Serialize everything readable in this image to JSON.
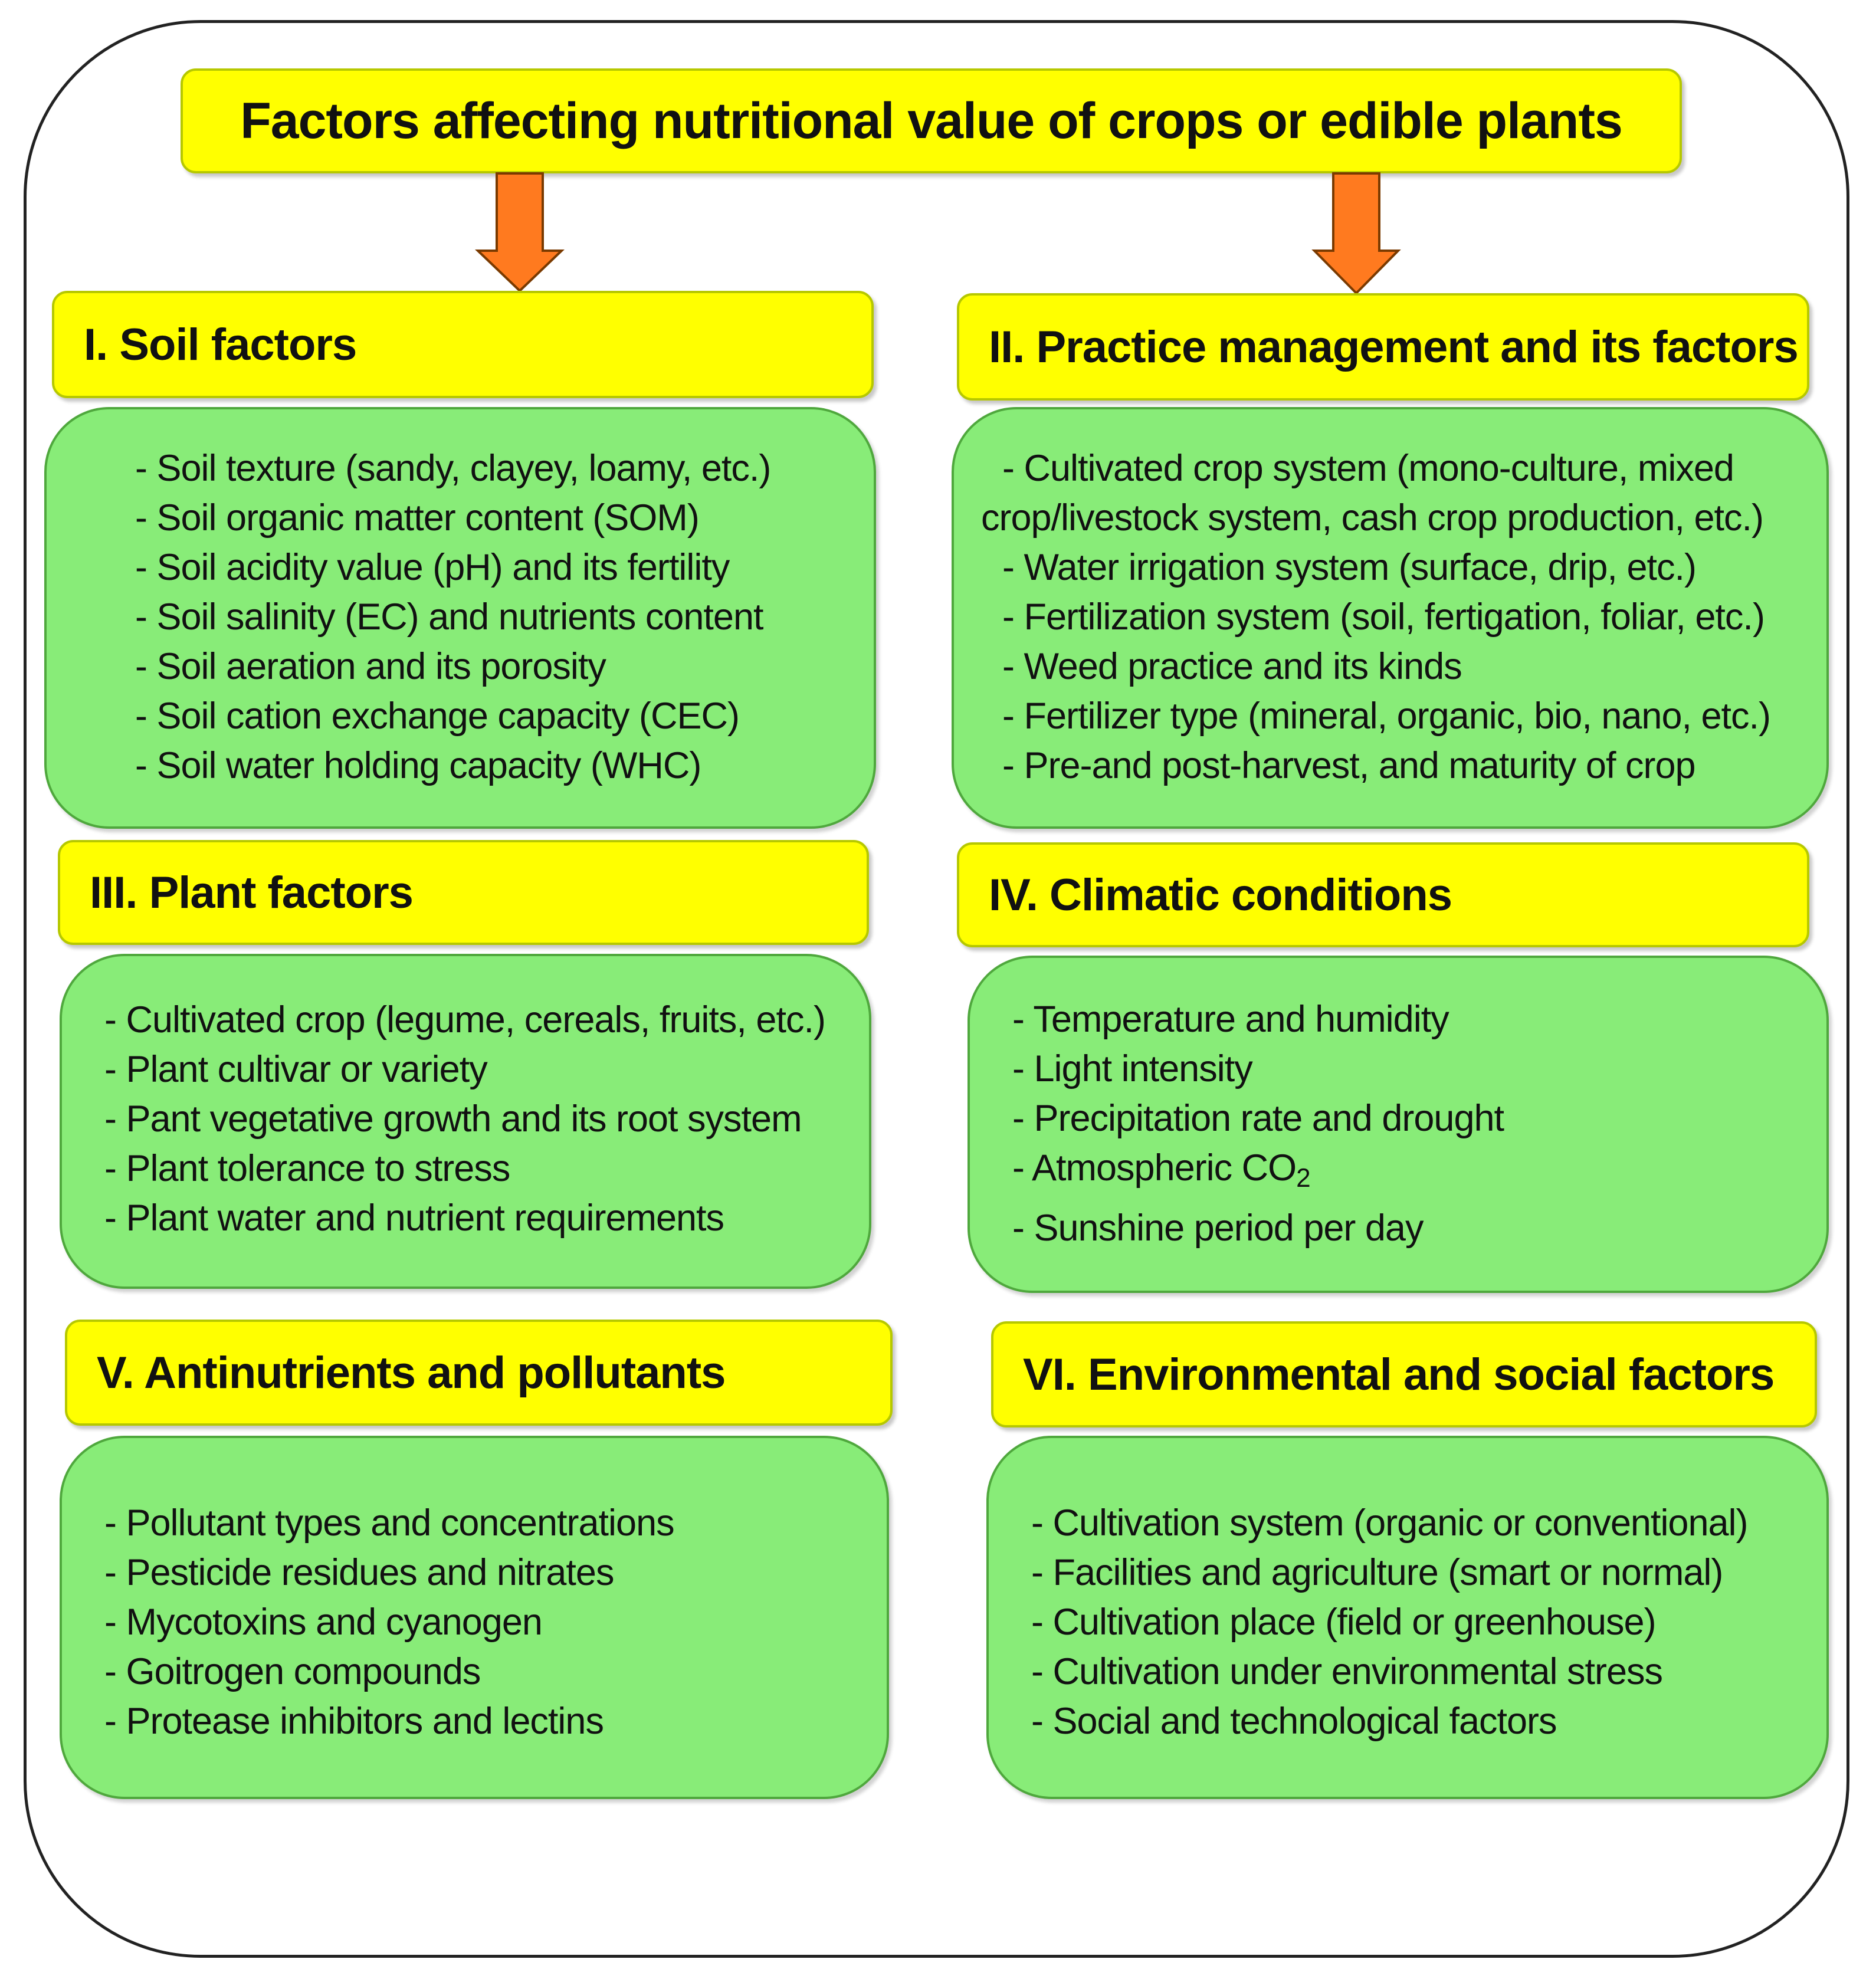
{
  "title": "Factors affecting nutritional value of crops or edible plants",
  "colors": {
    "header_fill": "#ffff00",
    "item_box_fill": "#88ec78",
    "arrow_fill": "#ff7a1f"
  },
  "categories": [
    {
      "heading": "I. Soil factors",
      "items": [
        "- Soil texture (sandy, clayey, loamy, etc.)",
        "- Soil organic matter content (SOM)",
        "- Soil acidity value (pH) and its fertility",
        "- Soil salinity (EC) and nutrients content",
        "- Soil aeration and its porosity",
        "- Soil cation exchange capacity (CEC)",
        "- Soil water holding capacity (WHC)"
      ]
    },
    {
      "heading": "II. Practice management and its factors",
      "items": [
        "- Cultivated crop system (mono-culture, mixed",
        "crop/livestock system, cash crop production, etc.)",
        "- Water irrigation system (surface, drip, etc.)",
        "- Fertilization system (soil, fertigation, foliar, etc.)",
        "- Weed practice and its kinds",
        "- Fertilizer type (mineral, organic, bio, nano, etc.)",
        "- Pre-and post-harvest, and maturity of crop"
      ]
    },
    {
      "heading": "III. Plant factors",
      "items": [
        "- Cultivated crop (legume, cereals, fruits, etc.)",
        "- Plant cultivar or variety",
        "- Pant vegetative growth and its root system",
        "- Plant tolerance to stress",
        "- Plant water and nutrient requirements"
      ]
    },
    {
      "heading": "IV. Climatic conditions",
      "items": [
        "- Temperature and humidity",
        "- Light intensity",
        "- Precipitation rate and drought",
        "- Atmospheric CO",
        "- Sunshine period per day"
      ],
      "co2_subscript": "2"
    },
    {
      "heading": "V. Antinutrients and pollutants",
      "items": [
        "- Pollutant types and concentrations",
        "- Pesticide residues and nitrates",
        "- Mycotoxins and cyanogen",
        "- Goitrogen compounds",
        "- Protease inhibitors and lectins"
      ]
    },
    {
      "heading": "VI. Environmental and social factors",
      "items": [
        "- Cultivation system (organic or conventional)",
        "- Facilities and agriculture (smart or normal)",
        "- Cultivation place (field or greenhouse)",
        "- Cultivation under environmental stress",
        "- Social and technological factors"
      ]
    }
  ]
}
